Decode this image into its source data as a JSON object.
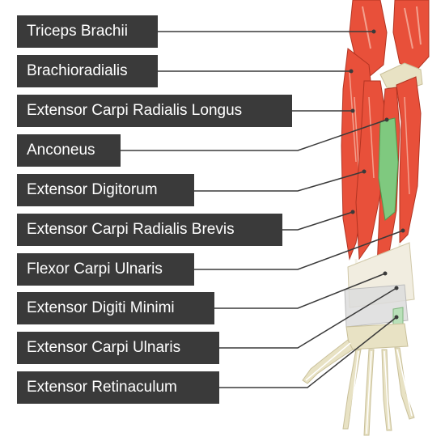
{
  "labels": [
    "Triceps Brachii",
    "Brachioradialis",
    "Extensor Carpi Radialis Longus",
    "Anconeus",
    "Extensor Digitorum",
    "Extensor Carpi Radialis Brevis",
    "Flexor Carpi Ulnaris",
    "Extensor Digiti Minimi",
    "Extensor Carpi Ulnaris",
    "Extensor Retinaculum"
  ],
  "colors": {
    "label_background": "#3a3a3a",
    "label_text": "#ffffff",
    "leader_line": "#3a3a3a",
    "muscle": "#e8503a",
    "anconeus_highlight": "#7fc97f",
    "bone": "#e8e2c4",
    "retinaculum": "#dcdcdc"
  }
}
